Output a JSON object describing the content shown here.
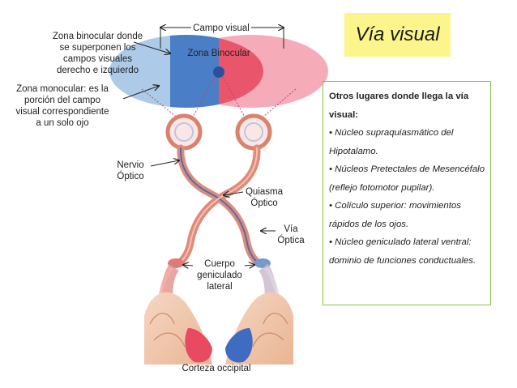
{
  "title": "Vía visual",
  "labels": {
    "campo_visual": "Campo visual",
    "zona_binocular": "Zona Binocular",
    "zona_binocular_desc": [
      "Zona binocular donde",
      "se superponen los",
      "campos visuales",
      "derecho e izquierdo"
    ],
    "zona_monocular_desc": [
      "Zona monocular: es la",
      "porción del campo",
      "visual correspondiente",
      "a un solo ojo"
    ],
    "nervio_optico": [
      "Nervio",
      "Óptico"
    ],
    "quiasma_optico": [
      "Quiasma",
      "Óptico"
    ],
    "via_optica": [
      "Vía",
      "Óptica"
    ],
    "cuerpo_geniculado": [
      "Cuerpo",
      "geniculado",
      "lateral"
    ],
    "corteza_occipital": "Corteza occipital"
  },
  "info": {
    "heading": "Otros lugares donde llega la vía visual:",
    "items": [
      "• Núcleo supraquiasmático del Hipotalamo.",
      "• Núcleos Pretectales de Mesencéfalo (reflejo fotomotor pupilar).",
      "• Colículo superior: movimientos rápidos de los ojos.",
      "• Núcleo geniculado lateral ventral: dominio de funciones conductuales."
    ]
  },
  "colors": {
    "title_bg": "#fbf58c",
    "info_border": "#8bc34a",
    "left_field": "#a9c8e8",
    "right_field": "#f6a8b4",
    "binocular_blue": "#4a7fc8",
    "binocular_red": "#e9566c",
    "center_dot": "#2b4fa0"
  }
}
